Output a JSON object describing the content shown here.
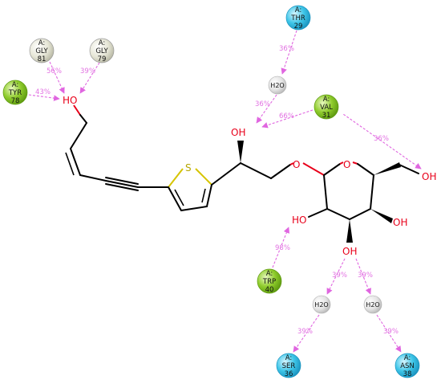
{
  "residues": [
    {
      "id": "gly81",
      "chain": "A:",
      "name": "GLY",
      "num": "81",
      "color": "#e6e6d6"
    },
    {
      "id": "gly79",
      "chain": "A:",
      "name": "GLY",
      "num": "79",
      "color": "#e6e6d6"
    },
    {
      "id": "tyr78",
      "chain": "A:",
      "name": "TYR",
      "num": "78",
      "color": "#8fcc2c"
    },
    {
      "id": "thr29",
      "chain": "A:",
      "name": "THR",
      "num": "29",
      "color": "#3ec6e8"
    },
    {
      "id": "val31",
      "chain": "A:",
      "name": "VAL",
      "num": "31",
      "color": "#8fcc2c"
    },
    {
      "id": "trp40",
      "chain": "A:",
      "name": "TRP",
      "num": "40",
      "color": "#8fcc2c"
    },
    {
      "id": "ser36",
      "chain": "A:",
      "name": "SER",
      "num": "36",
      "color": "#3ec6e8"
    },
    {
      "id": "asn38",
      "chain": "A:",
      "name": "ASN",
      "num": "38",
      "color": "#3ec6e8"
    }
  ],
  "waters": [
    {
      "id": "w1",
      "label": "H2O"
    },
    {
      "id": "w2",
      "label": "H2O"
    },
    {
      "id": "w3",
      "label": "H2O"
    }
  ],
  "atoms": {
    "oh_top": "HO",
    "s": "S",
    "oh_mid": "OH",
    "o_ether": "O",
    "o_ring": "O",
    "oh_right": "OH",
    "oh_c4": "OH",
    "oh_c3": "OH",
    "oh_c2": "HO"
  },
  "interactions": [
    {
      "id": "gly81-oh",
      "label": "56%"
    },
    {
      "id": "gly79-oh",
      "label": "39%"
    },
    {
      "id": "tyr78-oh",
      "label": "43%"
    },
    {
      "id": "thr29-w1",
      "label": "36%"
    },
    {
      "id": "w1-oh",
      "label": "36%"
    },
    {
      "id": "val31-oh",
      "label": "66%"
    },
    {
      "id": "val31-ohr",
      "label": "36%"
    },
    {
      "id": "trp40-oh",
      "label": "98%"
    },
    {
      "id": "oh-w2",
      "label": "39%"
    },
    {
      "id": "oh-w3",
      "label": "39%"
    },
    {
      "id": "w2-ser36",
      "label": "39%"
    },
    {
      "id": "w3-asn38",
      "label": "39%"
    }
  ],
  "colors": {
    "oxygen": "#e8001a",
    "sulfur": "#d6c400",
    "interaction": "#e066e0",
    "water": "#e0e0e0"
  }
}
